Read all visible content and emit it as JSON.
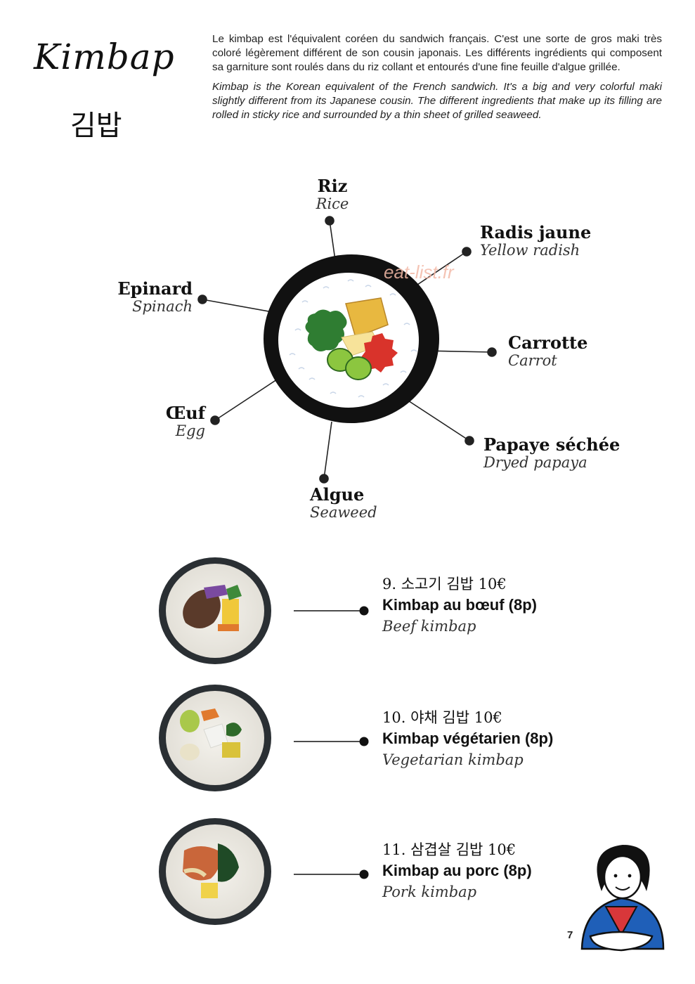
{
  "header": {
    "title_latin": "Kimbap",
    "title_korean": "김밥"
  },
  "intro": {
    "french": "Le kimbap est l'équivalent coréen du sandwich français. C'est une sorte de gros maki très coloré légèrement différent de son cousin japonais. Les différents ingrédients qui composent sa garniture sont roulés dans du riz collant et entourés d'une fine feuille d'algue grillée.",
    "english": "Kimbap is the Korean equivalent of the French sandwich. It's a big and very colorful maki slightly different from its Japanese cousin. The different ingredients that make up its filling are rolled in sticky rice and surrounded by a thin sheet of grilled seaweed."
  },
  "watermark": "eat-list.fr",
  "diagram": {
    "labels": [
      {
        "id": "rice",
        "fr": "Riz",
        "en": "Rice"
      },
      {
        "id": "yellow-radish",
        "fr": "Radis jaune",
        "en": "Yellow radish"
      },
      {
        "id": "spinach",
        "fr": "Epinard",
        "en": "Spinach"
      },
      {
        "id": "carrot",
        "fr": "Carrotte",
        "en": "Carrot"
      },
      {
        "id": "egg",
        "fr": "Œuf",
        "en": "Egg"
      },
      {
        "id": "papaya",
        "fr": "Papaye séchée",
        "en": "Dryed papaya"
      },
      {
        "id": "seaweed",
        "fr": "Algue",
        "en": "Seaweed"
      }
    ],
    "colors": {
      "seaweed": "#111111",
      "rice": "#ffffff",
      "rice_grain": "#c9d6e8",
      "spinach": "#2f7d32",
      "radish": "#e8b840",
      "carrot": "#d9332b",
      "egg": "#f7e39a",
      "cucumber": "#8cc63f"
    }
  },
  "menu": {
    "items": [
      {
        "korean_price": "9. 소고기 김밥 10€",
        "french": "Kimbap au bœuf (8p)",
        "english": "Beef kimbap"
      },
      {
        "korean_price": "10. 야채 김밥 10€",
        "french": "Kimbap végétarien (8p)",
        "english": "Vegetarian kimbap"
      },
      {
        "korean_price": "11. 삼겹살 김밥 10€",
        "french": "Kimbap au porc (8p)",
        "english": "Pork kimbap"
      }
    ]
  },
  "page_number": "7"
}
